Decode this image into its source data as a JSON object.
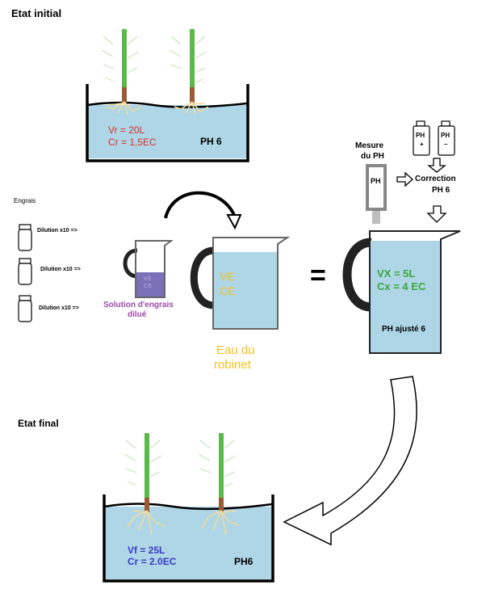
{
  "initial": {
    "title": "Etat initial",
    "vr": "Vr = 20L",
    "cr": "Cr = 1,5EC",
    "ph": "PH 6"
  },
  "engrais": {
    "title": "Engrais",
    "dilutions": [
      "Dilution x10 =>",
      "Dilution x10 =>",
      "Dilution x10 =>"
    ]
  },
  "small_pitcher": {
    "vs": "VS",
    "cs": "CS",
    "caption_line1": "Solution d'engrais",
    "caption_line2": "dilué"
  },
  "tap_pitcher": {
    "ve": "VE",
    "ce": "CE",
    "caption_line1": "Eau du",
    "caption_line2": "robinet"
  },
  "equals": "=",
  "ph_measure": {
    "title_line1": "Mesure",
    "title_line2": "du PH",
    "probe_label": "PH"
  },
  "ph_bottles": {
    "plus_label": "PH",
    "plus_sign": "+",
    "minus_label": "PH",
    "minus_sign": "–"
  },
  "correction": {
    "line1": "Correction",
    "line2": "PH 6"
  },
  "result_pitcher": {
    "vx": "VX = 5L",
    "cx": "Cx = 4 EC",
    "ph": "PH ajusté 6"
  },
  "final": {
    "title": "Etat final",
    "vf": "Vf = 25L",
    "cr": "Cr = 2.0EC",
    "ph": "PH6"
  },
  "colors": {
    "water": "#aed6e6",
    "stem": "#5ab94a",
    "root": "#f0dca0",
    "red_text": "#e0302a",
    "blue_text": "#3a3ac8",
    "yellow_text": "#f5c020",
    "green_text": "#3aa83a",
    "purple_text": "#9a4aa6",
    "solution": "#7a70b8"
  }
}
